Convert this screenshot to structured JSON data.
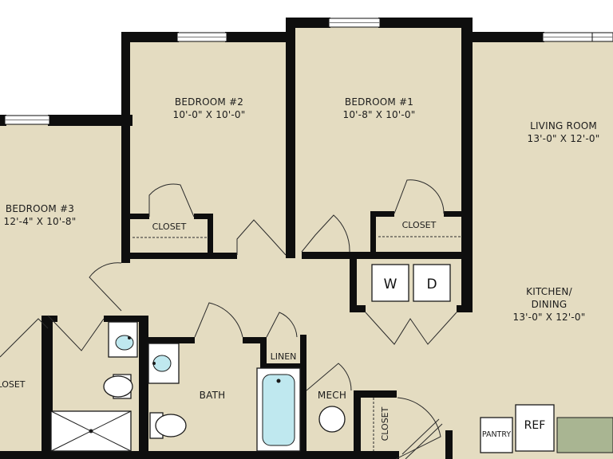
{
  "colors": {
    "floor": "#e4dcc1",
    "wall": "#0e0e0e",
    "water": "#bfe8ef",
    "counter": "#a9b592",
    "window": "#ffffff"
  },
  "rooms": {
    "bedroom2": {
      "name": "BEDROOM #2",
      "size": "10'-0\" X 10'-0\""
    },
    "bedroom1": {
      "name": "BEDROOM #1",
      "size": "10'-8\" X 10'-0\""
    },
    "bedroom3": {
      "name": "BEDROOM #3",
      "size": "12'-4\" X 10'-8\""
    },
    "living": {
      "name": "LIVING ROOM",
      "size": "13'-0\" X 12'-0\""
    },
    "kitchen": {
      "line1": "KITCHEN/",
      "line2": "DINING",
      "size": "13'-0\" X 12'-0\""
    },
    "bath": {
      "name": "BATH"
    },
    "mech": {
      "name": "MECH"
    }
  },
  "closets": {
    "bedroom2": "CLOSET",
    "bedroom1": "CLOSET",
    "bedroom3": "LOSET",
    "hall": "CLOSET",
    "linen": "LINEN",
    "pantry": "PANTRY"
  },
  "appliances": {
    "washer": "W",
    "dryer": "D",
    "refrigerator": "REF"
  }
}
